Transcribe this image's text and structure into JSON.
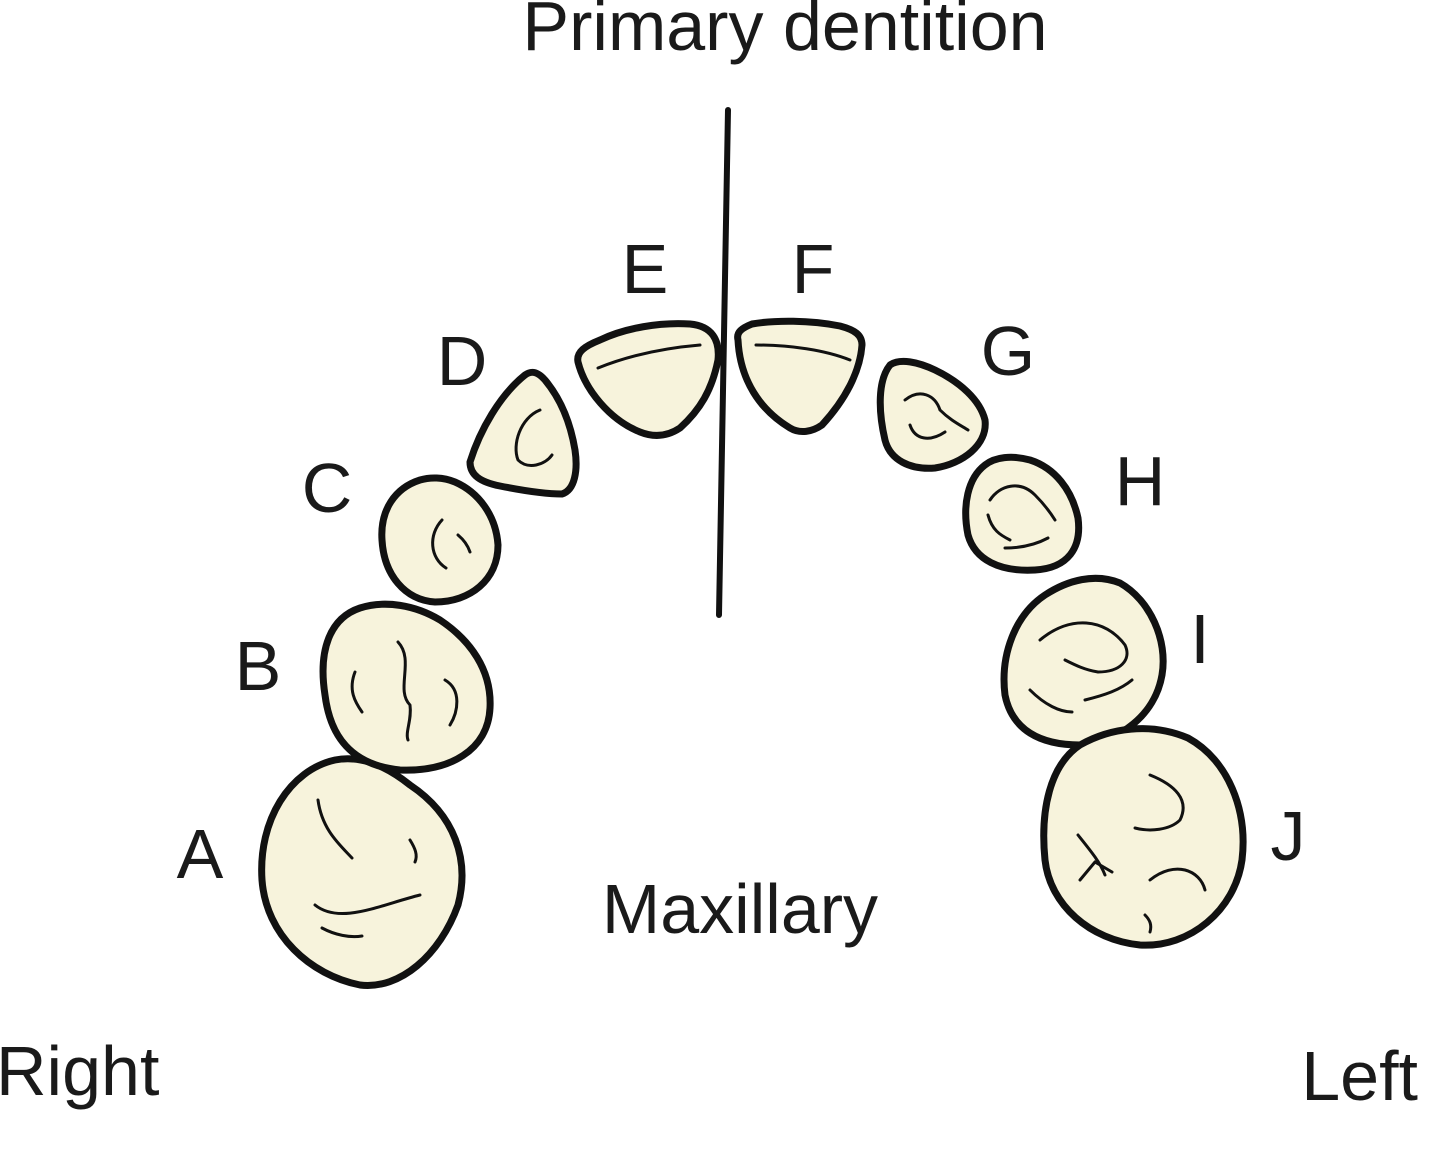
{
  "title": "Primary dentition",
  "arch_label": "Maxillary",
  "side_labels": {
    "right": "Right",
    "left": "Left"
  },
  "teeth": [
    "A",
    "B",
    "C",
    "D",
    "E",
    "F",
    "G",
    "H",
    "I",
    "J"
  ],
  "colors": {
    "tooth_fill": "#f7f3dc",
    "outline": "#111111",
    "text": "#1a1a1a"
  }
}
